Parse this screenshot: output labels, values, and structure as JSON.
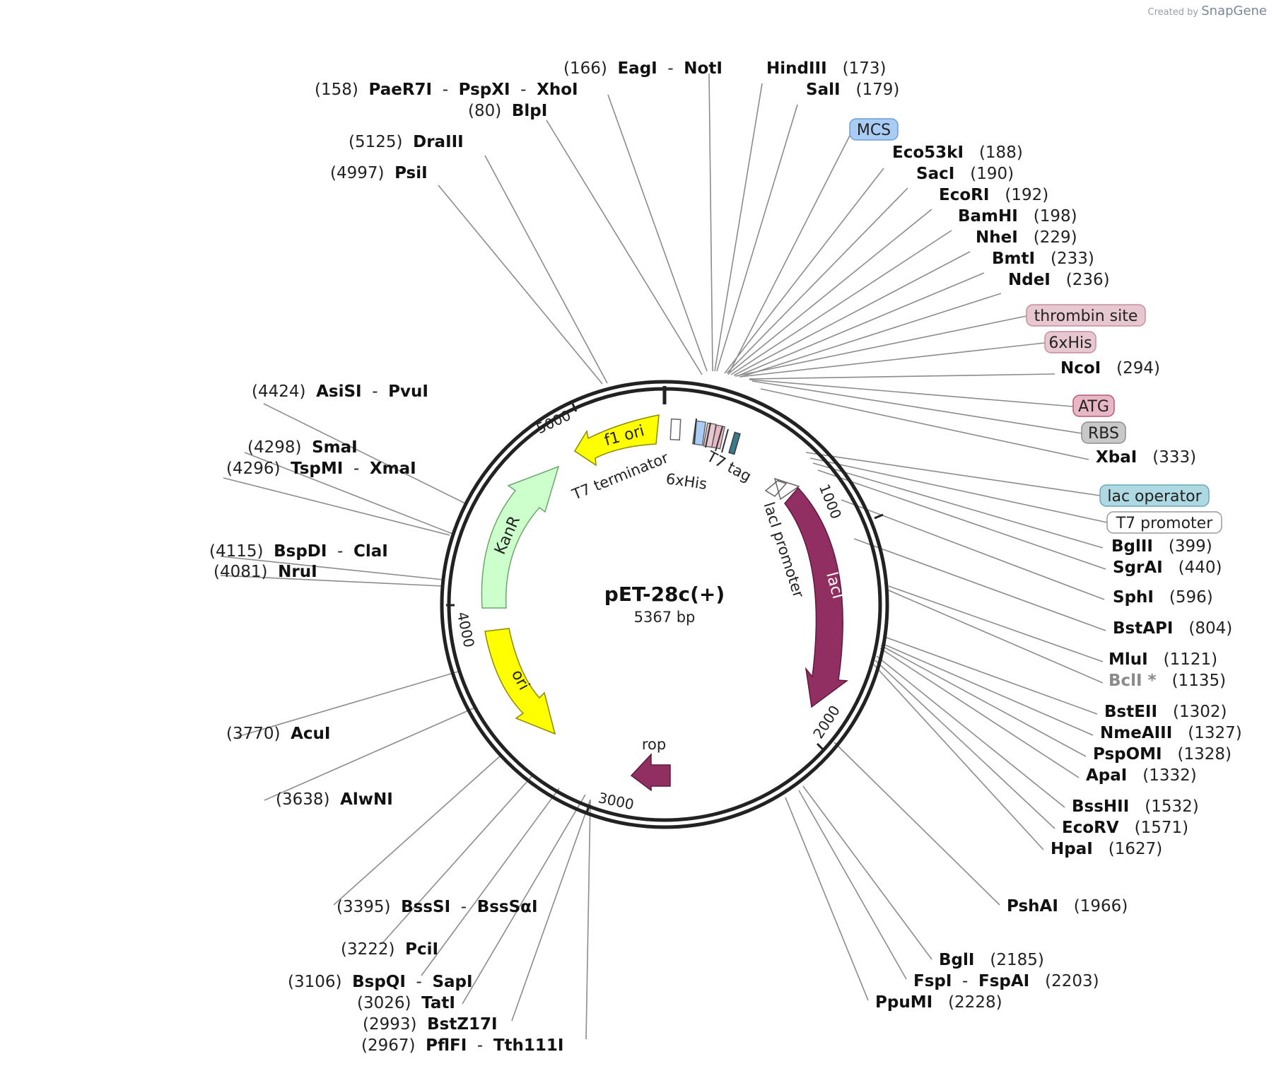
{
  "credit": {
    "prefix": "Created by",
    "brand": "SnapGene"
  },
  "plasmid": {
    "name": "pET-28c(+)",
    "length": "5367 bp"
  },
  "ticks": [
    "1000",
    "2000",
    "3000",
    "4000",
    "5000"
  ],
  "feature_labels": {
    "f1_ori": "f1 ori",
    "t7_terminator": "T7 terminator",
    "his_inner": "6xHis",
    "t7_tag": "T7 tag",
    "kanr": "KanR",
    "laci_promoter": "lacI promoter",
    "laci": "lacI",
    "ori": "ori",
    "rop": "rop"
  },
  "boxed_labels": [
    {
      "text": "MCS",
      "color": "#a9ccf5",
      "stroke": "#6e9fd4"
    },
    {
      "text": "thrombin site",
      "color": "#e8c8d0",
      "stroke": "#c58e9c"
    },
    {
      "text": "6xHis",
      "color": "#e8c8d0",
      "stroke": "#c58e9c"
    },
    {
      "text": "ATG",
      "color": "#e8b7c6",
      "stroke": "#b45a78"
    },
    {
      "text": "RBS",
      "color": "#c8c8c8",
      "stroke": "#8e8e8e"
    },
    {
      "text": "lac operator",
      "color": "#aed8e2",
      "stroke": "#6aa8b8"
    },
    {
      "text": "T7 promoter",
      "color": "#ffffff",
      "stroke": "#9a9a9a"
    }
  ],
  "sites": [
    {
      "pos": "(166)",
      "names": [
        "EagI",
        "NotI"
      ]
    },
    {
      "pos": "(158)",
      "names": [
        "PaeR7I",
        "PspXI",
        "XhoI"
      ]
    },
    {
      "pos": "(80)",
      "names": [
        "BlpI"
      ]
    },
    {
      "pos": "(5125)",
      "names": [
        "DraIII"
      ]
    },
    {
      "pos": "(4997)",
      "names": [
        "PsiI"
      ]
    },
    {
      "pos": "(173)",
      "names": [
        "HindIII"
      ]
    },
    {
      "pos": "(179)",
      "names": [
        "SalI"
      ]
    },
    {
      "pos": "(188)",
      "names": [
        "Eco53kI"
      ]
    },
    {
      "pos": "(190)",
      "names": [
        "SacI"
      ]
    },
    {
      "pos": "(192)",
      "names": [
        "EcoRI"
      ]
    },
    {
      "pos": "(198)",
      "names": [
        "BamHI"
      ]
    },
    {
      "pos": "(229)",
      "names": [
        "NheI"
      ]
    },
    {
      "pos": "(233)",
      "names": [
        "BmtI"
      ]
    },
    {
      "pos": "(236)",
      "names": [
        "NdeI"
      ]
    },
    {
      "pos": "(294)",
      "names": [
        "NcoI"
      ]
    },
    {
      "pos": "(333)",
      "names": [
        "XbaI"
      ]
    },
    {
      "pos": "(399)",
      "names": [
        "BglII"
      ]
    },
    {
      "pos": "(440)",
      "names": [
        "SgrAI"
      ]
    },
    {
      "pos": "(596)",
      "names": [
        "SphI"
      ]
    },
    {
      "pos": "(804)",
      "names": [
        "BstAPI"
      ]
    },
    {
      "pos": "(1121)",
      "names": [
        "MluI"
      ]
    },
    {
      "pos": "(1135)",
      "names": [
        "BclI *"
      ]
    },
    {
      "pos": "(1302)",
      "names": [
        "BstEII"
      ]
    },
    {
      "pos": "(1327)",
      "names": [
        "NmeAIII"
      ]
    },
    {
      "pos": "(1328)",
      "names": [
        "PspOMI"
      ]
    },
    {
      "pos": "(1332)",
      "names": [
        "ApaI"
      ]
    },
    {
      "pos": "(1532)",
      "names": [
        "BssHII"
      ]
    },
    {
      "pos": "(1571)",
      "names": [
        "EcoRV"
      ]
    },
    {
      "pos": "(1627)",
      "names": [
        "HpaI"
      ]
    },
    {
      "pos": "(1966)",
      "names": [
        "PshAI"
      ]
    },
    {
      "pos": "(2185)",
      "names": [
        "BglI"
      ]
    },
    {
      "pos": "(2203)",
      "names": [
        "FspI",
        "FspAI"
      ]
    },
    {
      "pos": "(2228)",
      "names": [
        "PpuMI"
      ]
    },
    {
      "pos": "(4424)",
      "names": [
        "AsiSI",
        "PvuI"
      ]
    },
    {
      "pos": "(4298)",
      "names": [
        "SmaI"
      ]
    },
    {
      "pos": "(4296)",
      "names": [
        "TspMI",
        "XmaI"
      ]
    },
    {
      "pos": "(4115)",
      "names": [
        "BspDI",
        "ClaI"
      ]
    },
    {
      "pos": "(4081)",
      "names": [
        "NruI"
      ]
    },
    {
      "pos": "(3770)",
      "names": [
        "AcuI"
      ]
    },
    {
      "pos": "(3638)",
      "names": [
        "AlwNI"
      ]
    },
    {
      "pos": "(3395)",
      "names": [
        "BssSI",
        "BssSαI"
      ]
    },
    {
      "pos": "(3222)",
      "names": [
        "PciI"
      ]
    },
    {
      "pos": "(3106)",
      "names": [
        "BspQI",
        "SapI"
      ]
    },
    {
      "pos": "(3026)",
      "names": [
        "TatI"
      ]
    },
    {
      "pos": "(2993)",
      "names": [
        "BstZ17I"
      ]
    },
    {
      "pos": "(2967)",
      "names": [
        "PflFI",
        "Tth111I"
      ]
    }
  ]
}
